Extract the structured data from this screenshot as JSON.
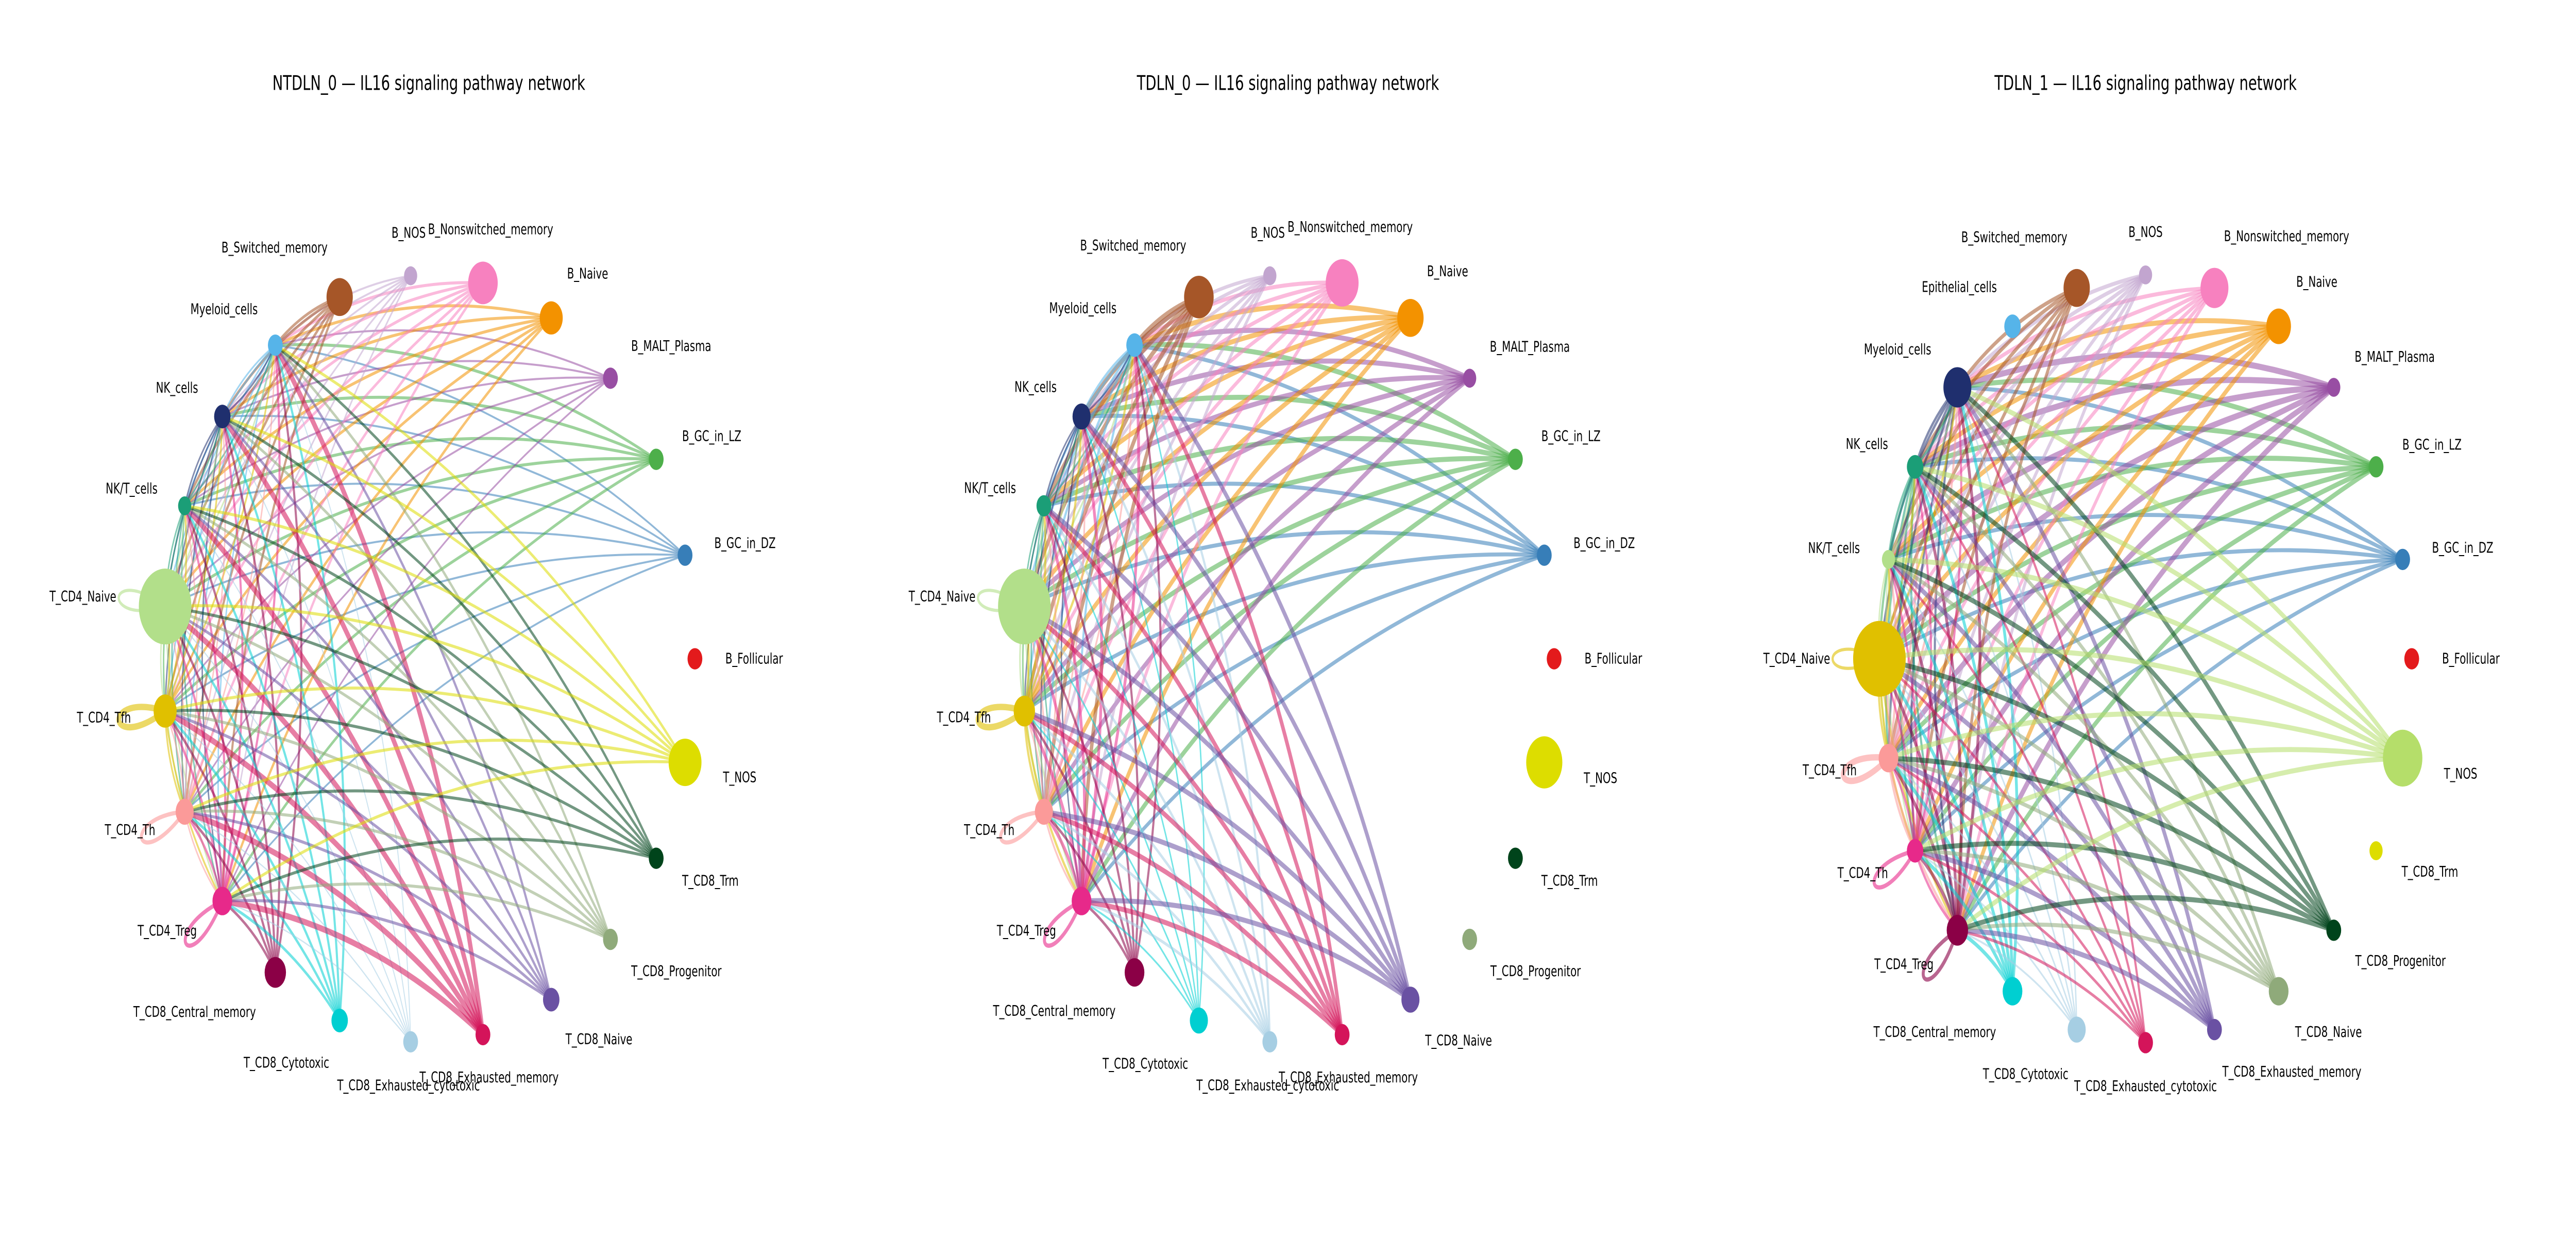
{
  "figure": {
    "panels": [
      {
        "title": "NTDLN_0 — IL16 signaling pathway network",
        "nodes": [
          {
            "name": "B_Follicular",
            "color": "#e31a1c",
            "weight": 4.5
          },
          {
            "name": "B_GC_in_DZ",
            "color": "#377eb8",
            "weight": 4.5
          },
          {
            "name": "B_GC_in_LZ",
            "color": "#4daf4a",
            "weight": 4.5
          },
          {
            "name": "B_MALT_Plasma",
            "color": "#984ea3",
            "weight": 4.5
          },
          {
            "name": "B_Naive",
            "color": "#f39200",
            "weight": 7
          },
          {
            "name": "B_Nonswitched_memory",
            "color": "#f781bf",
            "weight": 9
          },
          {
            "name": "B_NOS",
            "color": "#c2a5cf",
            "weight": 4
          },
          {
            "name": "B_Switched_memory",
            "color": "#a65628",
            "weight": 8
          },
          {
            "name": "Myeloid_cells",
            "color": "#56b4e9",
            "weight": 4.5
          },
          {
            "name": "NK_cells",
            "color": "#1f2f6e",
            "weight": 5
          },
          {
            "name": "NK/T_cells",
            "color": "#1b9e77",
            "weight": 4
          },
          {
            "name": "T_CD4_Naive",
            "color": "#b2df8a",
            "weight": 16
          },
          {
            "name": "T_CD4_Tfh",
            "color": "#e0c000",
            "weight": 7
          },
          {
            "name": "T_CD4_Th",
            "color": "#fb9a99",
            "weight": 5.5
          },
          {
            "name": "T_CD4_Treg",
            "color": "#e7298a",
            "weight": 6
          },
          {
            "name": "T_CD8_Central_memory",
            "color": "#8b0046",
            "weight": 6.5
          },
          {
            "name": "T_CD8_Cytotoxic",
            "color": "#00cfd1",
            "weight": 5
          },
          {
            "name": "T_CD8_Exhausted_cytotoxic",
            "color": "#a6cee3",
            "weight": 4.5
          },
          {
            "name": "T_CD8_Exhausted_memory",
            "color": "#d4145a",
            "weight": 4.5
          },
          {
            "name": "T_CD8_Naive",
            "color": "#6a51a3",
            "weight": 5
          },
          {
            "name": "T_CD8_Progenitor",
            "color": "#8faa7a",
            "weight": 4.5
          },
          {
            "name": "T_CD8_Trm",
            "color": "#00441b",
            "weight": 4.5
          },
          {
            "name": "T_NOS",
            "color": "#dddd00",
            "weight": 10
          }
        ],
        "receivers": [
          "Myeloid_cells",
          "NK_cells",
          "NK/T_cells",
          "T_CD4_Naive",
          "T_CD4_Tfh",
          "T_CD4_Th",
          "T_CD4_Treg"
        ],
        "senders": {
          "B_GC_in_DZ": 1,
          "B_GC_in_LZ": 1.5,
          "B_MALT_Plasma": 1,
          "B_Naive": 1.5,
          "B_Nonswitched_memory": 1.5,
          "B_NOS": 1,
          "B_Switched_memory": 1.5,
          "Myeloid_cells": 1,
          "NK_cells": 1,
          "NK/T_cells": 1,
          "T_CD4_Naive": 1,
          "T_CD4_Tfh": 1.2,
          "T_CD4_Th": 1,
          "T_CD4_Treg": 1.5,
          "T_CD8_Central_memory": 1.5,
          "T_CD8_Cytotoxic": 1.5,
          "T_CD8_Exhausted_cytotoxic": 0.7,
          "T_CD8_Exhausted_memory": 3,
          "T_CD8_Naive": 1.5,
          "T_CD8_Progenitor": 1.5,
          "T_CD8_Trm": 1.5,
          "T_NOS": 1.5
        },
        "self_loops": {
          "T_CD4_Naive": 1.5,
          "T_CD4_Tfh": 3,
          "T_CD4_Th": 2,
          "T_CD4_Treg": 2
        }
      },
      {
        "title": "TDLN_0 — IL16 signaling pathway network",
        "nodes": [
          {
            "name": "B_Follicular",
            "color": "#e31a1c",
            "weight": 4.5
          },
          {
            "name": "B_GC_in_DZ",
            "color": "#377eb8",
            "weight": 4.5
          },
          {
            "name": "B_GC_in_LZ",
            "color": "#4daf4a",
            "weight": 4.5
          },
          {
            "name": "B_MALT_Plasma",
            "color": "#984ea3",
            "weight": 4
          },
          {
            "name": "B_Naive",
            "color": "#f39200",
            "weight": 8
          },
          {
            "name": "B_Nonswitched_memory",
            "color": "#f781bf",
            "weight": 10
          },
          {
            "name": "B_NOS",
            "color": "#c2a5cf",
            "weight": 4
          },
          {
            "name": "B_Switched_memory",
            "color": "#a65628",
            "weight": 9
          },
          {
            "name": "Myeloid_cells",
            "color": "#56b4e9",
            "weight": 5
          },
          {
            "name": "NK_cells",
            "color": "#1f2f6e",
            "weight": 5.5
          },
          {
            "name": "NK/T_cells",
            "color": "#1b9e77",
            "weight": 4.5
          },
          {
            "name": "T_CD4_Naive",
            "color": "#b2df8a",
            "weight": 16
          },
          {
            "name": "T_CD4_Tfh",
            "color": "#e0c000",
            "weight": 6.5
          },
          {
            "name": "T_CD4_Th",
            "color": "#fb9a99",
            "weight": 5.5
          },
          {
            "name": "T_CD4_Treg",
            "color": "#e7298a",
            "weight": 6
          },
          {
            "name": "T_CD8_Central_memory",
            "color": "#8b0046",
            "weight": 6
          },
          {
            "name": "T_CD8_Cytotoxic",
            "color": "#00cfd1",
            "weight": 5.5
          },
          {
            "name": "T_CD8_Exhausted_cytotoxic",
            "color": "#a6cee3",
            "weight": 4.5
          },
          {
            "name": "T_CD8_Exhausted_memory",
            "color": "#d4145a",
            "weight": 4.5
          },
          {
            "name": "T_CD8_Naive",
            "color": "#6a51a3",
            "weight": 5.5
          },
          {
            "name": "T_CD8_Progenitor",
            "color": "#8faa7a",
            "weight": 4.5
          },
          {
            "name": "T_CD8_Trm",
            "color": "#00441b",
            "weight": 4.5
          },
          {
            "name": "T_NOS",
            "color": "#dddd00",
            "weight": 11
          }
        ],
        "receivers": [
          "Myeloid_cells",
          "NK_cells",
          "NK/T_cells",
          "T_CD4_Naive",
          "T_CD4_Tfh",
          "T_CD4_Th",
          "T_CD4_Treg"
        ],
        "senders": {
          "B_GC_in_DZ": 2,
          "B_GC_in_LZ": 2.5,
          "B_MALT_Plasma": 2.5,
          "B_Naive": 2.5,
          "B_Nonswitched_memory": 2,
          "B_NOS": 1.8,
          "B_Switched_memory": 2.5,
          "Myeloid_cells": 1.5,
          "NK_cells": 1,
          "NK/T_cells": 1,
          "T_CD4_Naive": 1.2,
          "T_CD4_Tfh": 1.5,
          "T_CD4_Th": 1.2,
          "T_CD4_Treg": 2,
          "T_CD8_Central_memory": 1.5,
          "T_CD8_Cytotoxic": 1,
          "T_CD8_Exhausted_cytotoxic": 1.5,
          "T_CD8_Exhausted_memory": 2.5,
          "T_CD8_Naive": 2.5,
          "T_CD8_Progenitor": 0,
          "T_CD8_Trm": 0,
          "T_NOS": 0
        },
        "self_loops": {
          "T_CD4_Naive": 1.5,
          "T_CD4_Tfh": 3,
          "T_CD4_Th": 2,
          "T_CD4_Treg": 2
        }
      },
      {
        "title": "TDLN_1 — IL16 signaling pathway network",
        "nodes": [
          {
            "name": "B_Follicular",
            "color": "#e31a1c",
            "weight": 4.5
          },
          {
            "name": "B_GC_in_DZ",
            "color": "#377eb8",
            "weight": 4.5
          },
          {
            "name": "B_GC_in_LZ",
            "color": "#4daf4a",
            "weight": 4.5
          },
          {
            "name": "B_MALT_Plasma",
            "color": "#984ea3",
            "weight": 4
          },
          {
            "name": "B_Naive",
            "color": "#f39200",
            "weight": 7.5
          },
          {
            "name": "B_Nonswitched_memory",
            "color": "#f781bf",
            "weight": 8.5
          },
          {
            "name": "B_NOS",
            "color": "#c2a5cf",
            "weight": 4
          },
          {
            "name": "B_Switched_memory",
            "color": "#a65628",
            "weight": 8
          },
          {
            "name": "Epithelial_cells",
            "color": "#56b4e9",
            "weight": 5
          },
          {
            "name": "Myeloid_cells",
            "color": "#1f2f6e",
            "weight": 8.5
          },
          {
            "name": "NK_cells",
            "color": "#1b9e77",
            "weight": 5
          },
          {
            "name": "NK/T_cells",
            "color": "#b2df8a",
            "weight": 4
          },
          {
            "name": "T_CD4_Naive",
            "color": "#e0c000",
            "weight": 16
          },
          {
            "name": "T_CD4_Tfh",
            "color": "#fb9a99",
            "weight": 6
          },
          {
            "name": "T_CD4_Th",
            "color": "#e7298a",
            "weight": 5
          },
          {
            "name": "T_CD4_Treg",
            "color": "#8b0046",
            "weight": 6.5
          },
          {
            "name": "T_CD8_Central_memory",
            "color": "#00cfd1",
            "weight": 6
          },
          {
            "name": "T_CD8_Cytotoxic",
            "color": "#a6cee3",
            "weight": 5.5
          },
          {
            "name": "T_CD8_Exhausted_cytotoxic",
            "color": "#d4145a",
            "weight": 4.5
          },
          {
            "name": "T_CD8_Exhausted_memory",
            "color": "#6a51a3",
            "weight": 4.5
          },
          {
            "name": "T_CD8_Naive",
            "color": "#8faa7a",
            "weight": 6
          },
          {
            "name": "T_CD8_Progenitor",
            "color": "#00441b",
            "weight": 4.5
          },
          {
            "name": "T_CD8_Trm",
            "color": "#dddd00",
            "weight": 4
          },
          {
            "name": "T_NOS",
            "color": "#b5de6a",
            "weight": 12
          }
        ],
        "receivers": [
          "Myeloid_cells",
          "NK_cells",
          "NK/T_cells",
          "T_CD4_Naive",
          "T_CD4_Tfh",
          "T_CD4_Th",
          "T_CD4_Treg"
        ],
        "senders": {
          "B_GC_in_DZ": 2,
          "B_GC_in_LZ": 2.5,
          "B_MALT_Plasma": 3,
          "B_Naive": 2.5,
          "B_Nonswitched_memory": 2,
          "B_NOS": 2,
          "B_Switched_memory": 2,
          "Myeloid_cells": 1.5,
          "NK_cells": 1.5,
          "NK/T_cells": 1,
          "T_CD4_Naive": 1.5,
          "T_CD4_Tfh": 1.5,
          "T_CD4_Th": 1.5,
          "T_CD4_Treg": 2,
          "T_CD8_Central_memory": 2,
          "T_CD8_Cytotoxic": 1,
          "T_CD8_Exhausted_cytotoxic": 1.5,
          "T_CD8_Exhausted_memory": 2.5,
          "T_CD8_Naive": 2,
          "T_CD8_Progenitor": 2.5,
          "T_NOS": 2.5
        },
        "self_loops": {
          "T_CD4_Naive": 1.5,
          "T_CD4_Tfh": 3,
          "T_CD4_Th": 2,
          "T_CD4_Treg": 2
        }
      }
    ]
  }
}
